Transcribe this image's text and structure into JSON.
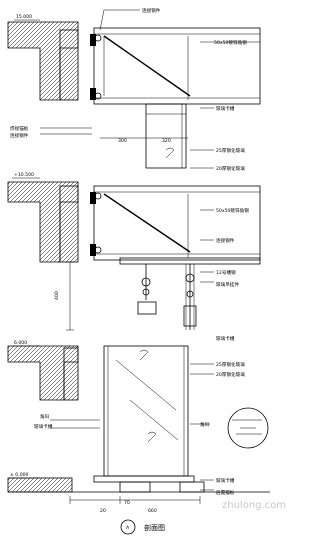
{
  "levels": {
    "top": "15.000",
    "mid": "+10.500",
    "low": "6.000",
    "base": "± 0.000"
  },
  "callouts": {
    "connector": "连接钢件",
    "angle_steel_galv": "50x50镀锌角钢",
    "glass_channel": "玻璃卡槽",
    "insert_weld": "焊接锚板",
    "connector2": "连接钢件",
    "tempered_glass_25": "25厚钢化玻璃",
    "tempered_glass_20": "20厚钢化玻璃",
    "angle_steel_galv2": "50x50镀锌角钢",
    "connector3": "连接钢件",
    "channel_12": "12号槽钢",
    "glass_hanger": "玻璃吊挂件",
    "tempered_glass_25b": "25厚钢化玻璃",
    "tempered_glass_20b": "20厚钢化玻璃",
    "glass_channel2": "玻璃卡槽",
    "corner_code": "角码",
    "glass_channel3": "玻璃卡槽",
    "corner_code2": "角码",
    "glass_channel4": "玻璃卡槽",
    "insert_weld2": "后置锚板"
  },
  "dimensions": {
    "d300": "300",
    "d320": "320",
    "d400": "400",
    "d20": "20",
    "d660": "660",
    "d70": "70"
  },
  "title": {
    "marker": "A",
    "caption": "剖面图"
  },
  "watermark": "zhulong.com"
}
